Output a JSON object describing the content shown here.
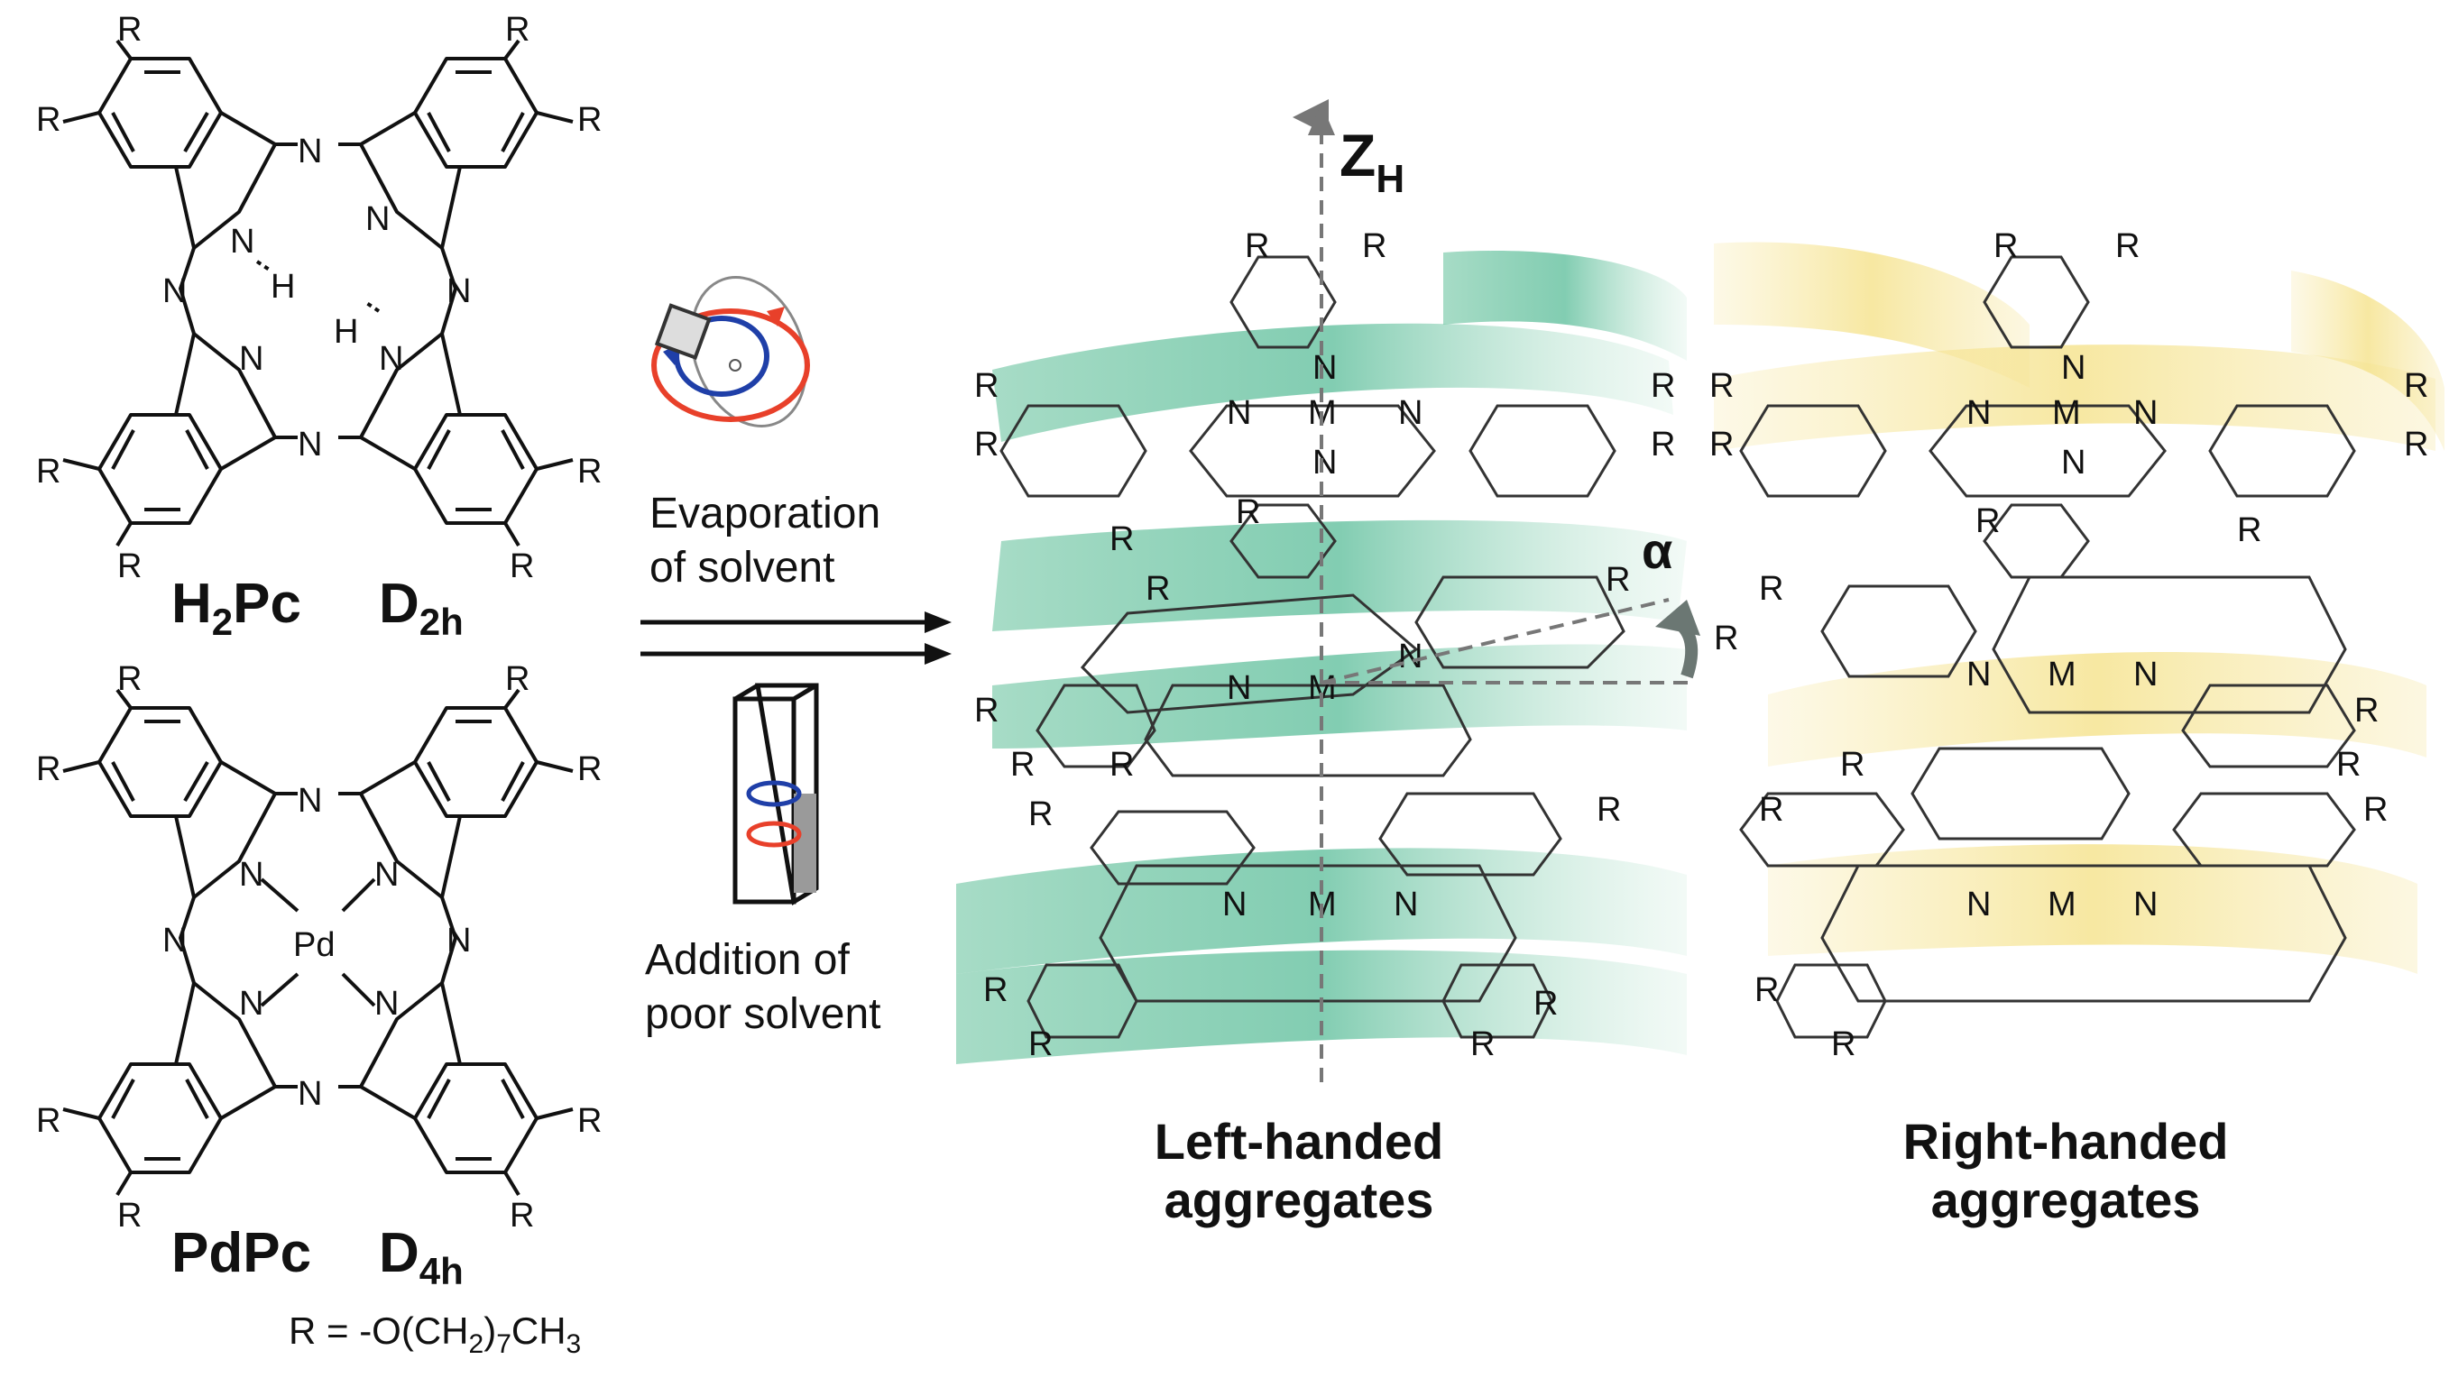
{
  "compounds": {
    "h2pc": {
      "name": "H",
      "sub": "2",
      "name_rest": "Pc",
      "symmetry": "D",
      "symmetry_sub": "2h",
      "center": "H"
    },
    "pdpc": {
      "name": "PdPc",
      "symmetry": "D",
      "symmetry_sub": "4h",
      "center": "Pd"
    },
    "substituent": {
      "prefix": "R = -O(CH",
      "sub1": "2",
      "mid": ")",
      "sub2": "7",
      "suffix": "CH",
      "sub3": "3"
    }
  },
  "atoms": {
    "R": "R",
    "N": "N",
    "M": "M",
    "H": "H"
  },
  "methods": {
    "evaporation_line1": "Evaporation",
    "evaporation_line2": "of solvent",
    "addition_line1": "Addition of",
    "addition_line2": "poor solvent"
  },
  "helix": {
    "axis_label": "Z",
    "axis_sub": "H",
    "angle_label": "α",
    "left_line1": "Left-handed",
    "left_line2": "aggregates",
    "right_line1": "Right-handed",
    "right_line2": "aggregates"
  },
  "colors": {
    "left_ribbon": "#6cc4a4",
    "right_ribbon": "#f5e28a",
    "spin_blue": "#1f3fa8",
    "spin_red": "#e8402a"
  }
}
